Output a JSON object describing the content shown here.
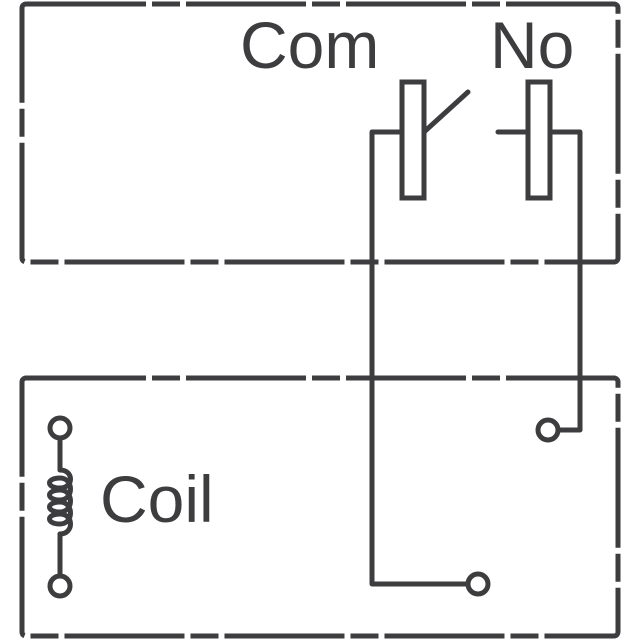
{
  "labels": {
    "com": "Com",
    "no": "No",
    "coil": "Coil"
  },
  "colors": {
    "line": "#3d3d3f",
    "background": "#ffffff"
  },
  "icons": {
    "coil": "inductor-coil-icon",
    "switch": "relay-contact-icon",
    "terminal": "terminal-circle-icon"
  }
}
